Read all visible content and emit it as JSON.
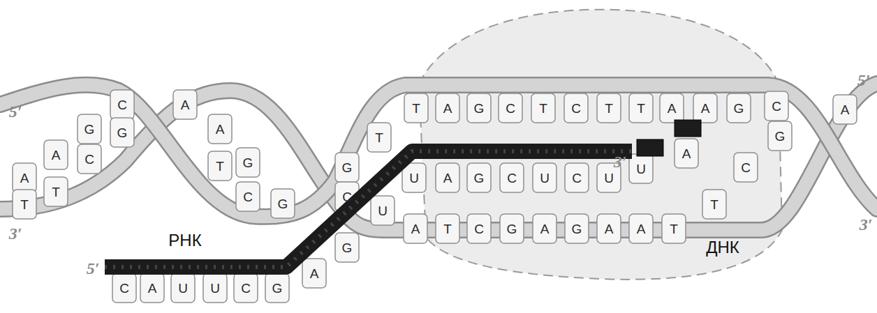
{
  "diagram": {
    "labels": [
      "5′",
      "C",
      "A",
      "G",
      "G",
      "A",
      "A",
      "C",
      "T",
      "G",
      "A",
      "T",
      "C",
      "G",
      "T",
      "3′",
      "T",
      "T",
      "A",
      "G",
      "C",
      "T",
      "C",
      "T",
      "T",
      "A",
      "A",
      "G",
      "C",
      "G",
      "A",
      "5′",
      "3′",
      "A",
      "G",
      "U",
      "A",
      "G",
      "C",
      "U",
      "C",
      "U",
      "U",
      "C",
      "C",
      "U",
      "T",
      "A",
      "T",
      "C",
      "G",
      "A",
      "G",
      "A",
      "A",
      "T",
      "3′",
      "РНК",
      "ДНК",
      "G",
      "5′",
      "A",
      "C",
      "A",
      "U",
      "U",
      "C",
      "G"
    ]
  }
}
